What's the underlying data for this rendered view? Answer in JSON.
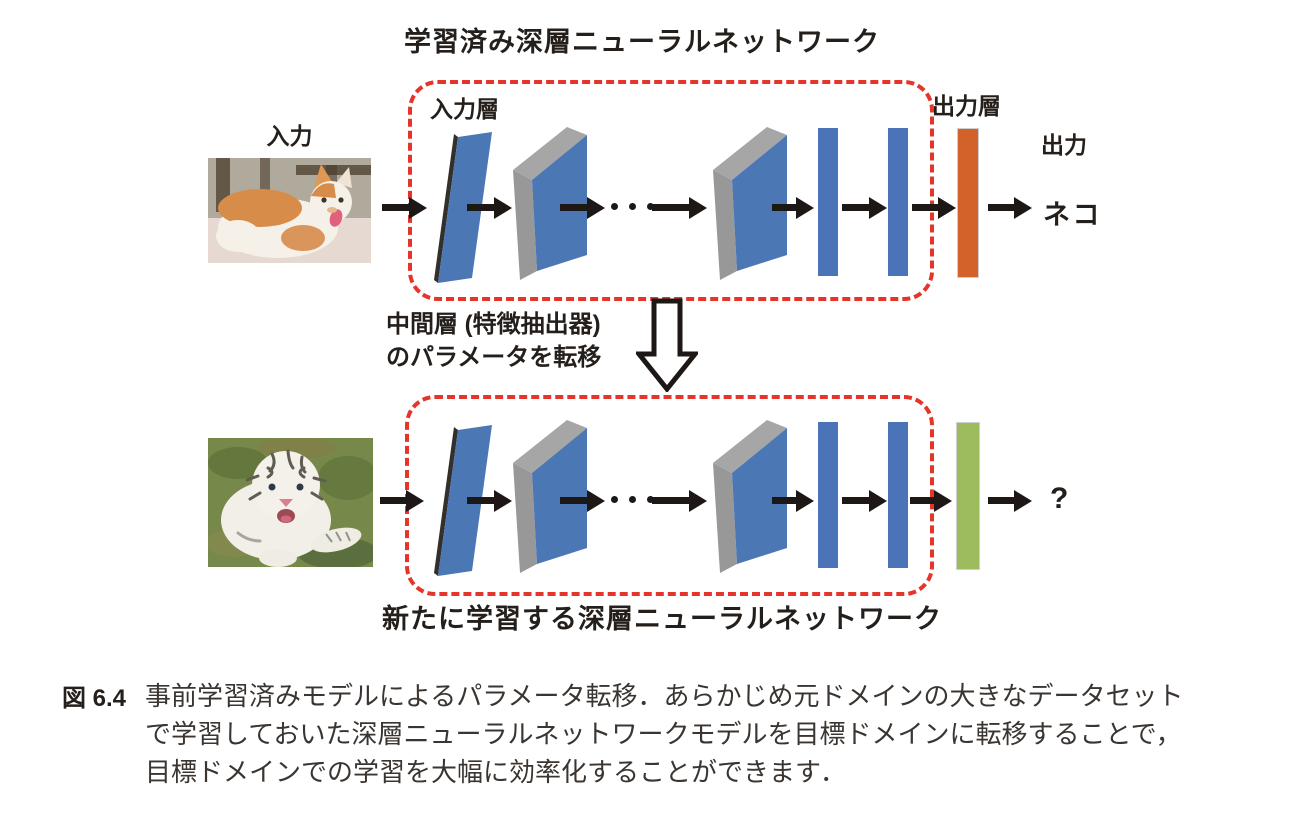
{
  "top_network": {
    "title": "学習済み深層ニューラルネットワーク",
    "input_caption": "入力",
    "input_layer_label": "入力層",
    "output_layer_label": "出力層",
    "output_caption": "出力",
    "prediction_label": "ネコ"
  },
  "transfer_note": {
    "line1": "中間層 (特徴抽出器)",
    "line2": "のパラメータを転移"
  },
  "bottom_network": {
    "title": "新たに学習する深層ニューラルネットワーク",
    "prediction_label": "?"
  },
  "figure_caption": {
    "label": "図 6.4",
    "lines": [
      "事前学習済みモデルによるパラメータ転移．あらかじめ元ドメインの大きなデータセット",
      "で学習しておいた深層ニューラルネットワークモデルを目標ドメインに転移することで，",
      "目標ドメインでの学習を大幅に効率化することができます．"
    ]
  },
  "icons": {
    "photos": [
      "cat-photo",
      "white-tiger-cub-photo"
    ],
    "shapes": [
      "conv-sheet-layer",
      "conv-slab-layer",
      "dense-bar-layer",
      "ellipsis-dots",
      "right-arrow",
      "big-down-arrow",
      "dashed-transfer-boundary"
    ]
  },
  "colors": {
    "layer_blue": "#4a73b8",
    "layer_gray": "#9b9b9b",
    "output_layer_orange": "#d2622a",
    "new_output_layer_green": "#9cbc5d",
    "transfer_boundary_red": "#e5352b",
    "arrow_black": "#1d1815"
  }
}
